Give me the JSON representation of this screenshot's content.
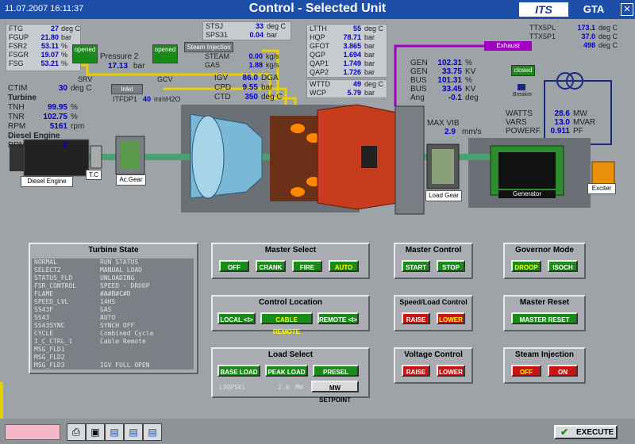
{
  "title_bar": {
    "datetime": "11.07.2007 16:11:37",
    "title": "Control - Selected Unit",
    "brand": "ITS",
    "unit": "GTA",
    "close_glyph": "✕"
  },
  "fuel_panel": {
    "rows": [
      {
        "label": "FTG",
        "value": "27",
        "unit": "deg C"
      },
      {
        "label": "FGUP",
        "value": "21.80",
        "unit": "bar"
      },
      {
        "label": "FSR2",
        "value": "53.11",
        "unit": "%"
      },
      {
        "label": "FSGR",
        "value": "19.07",
        "unit": "%"
      },
      {
        "label": "FSG",
        "value": "53.21",
        "unit": "%"
      }
    ]
  },
  "valves": {
    "srv": {
      "status": "opened",
      "label": "SRV"
    },
    "gcv": {
      "status": "opened",
      "label": "GCV"
    },
    "pressure2_label": "Pressure 2",
    "pressure2_value": "17.13",
    "pressure2_unit": "bar"
  },
  "turbine_info": {
    "ctim_label": "CTIM",
    "ctim_value": "30",
    "ctim_unit": "deg C",
    "turbine_heading": "Turbine",
    "rows": [
      {
        "label": "TNH",
        "value": "99.95",
        "unit": "%"
      },
      {
        "label": "TNR",
        "value": "102.75",
        "unit": "%"
      },
      {
        "label": "RPM",
        "value": "5161",
        "unit": "rpm"
      }
    ],
    "diesel_heading": "Diesel Engine",
    "diesel_rpm_label": "RPM",
    "diesel_rpm_value": "0",
    "diesel_rpm_unit": "rpm"
  },
  "steam_panel": {
    "rows": [
      {
        "label": "STSJ",
        "value": "33",
        "unit": "deg C"
      },
      {
        "label": "SPS31",
        "value": "0.04",
        "unit": "bar"
      }
    ],
    "injection_label": "Steam Injection",
    "rows2": [
      {
        "label": "STEAM",
        "value": "0.00",
        "unit": "kg/s"
      },
      {
        "label": "GAS",
        "value": "1.88",
        "unit": "kg/s"
      }
    ]
  },
  "inlet": {
    "label": "Inlet",
    "itfdp1_label": "ITFDP1",
    "itfdp1_value": "40",
    "itfdp1_unit": "mmH2O"
  },
  "igv_panel": {
    "rows": [
      {
        "label": "IGV",
        "value": "86.0",
        "unit": "DGA"
      },
      {
        "label": "CPD",
        "value": "9.55",
        "unit": "bar"
      },
      {
        "label": "CTD",
        "value": "350",
        "unit": "deg C"
      }
    ]
  },
  "lube_panel": {
    "rows": [
      {
        "label": "LTTH",
        "value": "55",
        "unit": "deg C"
      },
      {
        "label": "HQP",
        "value": "78.71",
        "unit": "bar"
      },
      {
        "label": "GFOT",
        "value": "3.865",
        "unit": "bar"
      },
      {
        "label": "QGP",
        "value": "1.694",
        "unit": "bar"
      },
      {
        "label": "QAP1",
        "value": "1.749",
        "unit": "bar"
      },
      {
        "label": "QAP2",
        "value": "1.726",
        "unit": "bar"
      }
    ]
  },
  "water_panel": {
    "rows": [
      {
        "label": "WTTD",
        "value": "49",
        "unit": "deg C"
      },
      {
        "label": "WCP",
        "value": "5.79",
        "unit": "bar"
      }
    ]
  },
  "exhaust": {
    "label": "Exhaust",
    "rows": [
      {
        "label": "TTX5PL",
        "value": "173.1",
        "unit": "deg C"
      },
      {
        "label": "TTX5P1",
        "value": "37.0",
        "unit": "deg C"
      },
      {
        "label": "",
        "value": "498",
        "unit": "deg C"
      }
    ]
  },
  "generator_panel": {
    "rows": [
      {
        "label": "GEN",
        "value": "102.31",
        "unit": "%"
      },
      {
        "label": "GEN",
        "value": "33.75",
        "unit": "KV"
      },
      {
        "label": "BUS",
        "value": "101.31",
        "unit": "%"
      },
      {
        "label": "BUS",
        "value": "33.45",
        "unit": "KV"
      },
      {
        "label": "Ang",
        "value": "-0.1",
        "unit": "deg"
      }
    ],
    "breaker_status": "closed",
    "breaker_label": "Breaker",
    "maxvib_label": "MAX VIB",
    "maxvib_value": "2.9",
    "maxvib_unit": "mm/s",
    "power_rows": [
      {
        "label": "WATTS",
        "value": "28.6",
        "unit": "MW"
      },
      {
        "label": "VARS",
        "value": "13.0",
        "unit": "MVAR"
      },
      {
        "label": "POWERF.",
        "value": "0.911",
        "unit": "PF"
      }
    ]
  },
  "equipment_labels": {
    "diesel_engine": "Diesel Engine",
    "tc": "T.C",
    "ac_gear": "Ac.Gear",
    "load_gear": "Load Gear",
    "generator": "Generator",
    "exciter": "Exciter"
  },
  "turbine_state": {
    "title": "Turbine State",
    "rows": [
      {
        "label": "NORMAL",
        "value": "RUN STATUS"
      },
      {
        "label": "SELECT2",
        "value": "MANUAL LOAD"
      },
      {
        "label": "STATUS_FLD",
        "value": "UNLOADING"
      },
      {
        "label": "FSR_CONTROL",
        "value": "SPEED - DROOP"
      },
      {
        "label": "FLAME",
        "value": "#A#B#C#D"
      },
      {
        "label": "SPEED_LVL",
        "value": "14HS"
      },
      {
        "label": "SS43F",
        "value": "GAS"
      },
      {
        "label": "SS43",
        "value": "AUTO"
      },
      {
        "label": "SS43SYNC",
        "value": "SYNCH OFF"
      },
      {
        "label": "CYCLE",
        "value": "Combined Cycle"
      },
      {
        "label": "I_C_CTRL_1",
        "value": "Cable Remote"
      },
      {
        "label": "MSG_FLD1",
        "value": ""
      },
      {
        "label": "MSG_FLD2",
        "value": ""
      },
      {
        "label": "MSG_FLD3",
        "value": "IGV FULL OPEN"
      }
    ]
  },
  "master_select": {
    "title": "Master Select",
    "buttons": [
      "OFF",
      "CRANK",
      "FIRE",
      "AUTO"
    ]
  },
  "control_location": {
    "title": "Control Location",
    "buttons": [
      "LOCAL <I>",
      "CABLE REMOTE",
      "REMOTE <I>"
    ]
  },
  "load_select": {
    "title": "Load Select",
    "buttons": [
      "BASE LOAD",
      "PEAK LOAD",
      "PRESEL LOAD"
    ],
    "l90psel_label": "L90PSEL",
    "l90psel_value": "2.0",
    "l90psel_unit": "MW",
    "setpoint_button": "MW SETPOINT"
  },
  "master_control": {
    "title": "Master Control",
    "buttons": [
      "START",
      "STOP"
    ]
  },
  "speed_load": {
    "title": "Speed/Load Control",
    "buttons": [
      "RAISE",
      "LOWER"
    ]
  },
  "voltage_control": {
    "title": "Voltage Control",
    "buttons": [
      "RAISE",
      "LOWER"
    ]
  },
  "governor_mode": {
    "title": "Governor Mode",
    "buttons": [
      "DROOP",
      "ISOCH"
    ]
  },
  "master_reset": {
    "title": "Master Reset",
    "buttons": [
      "MASTER RESET"
    ]
  },
  "steam_injection": {
    "title": "Steam Injection",
    "buttons": [
      "OFF",
      "ON"
    ]
  },
  "bottom_bar": {
    "execute_label": "EXECUTE",
    "tool_icons": [
      "printer-icon",
      "network-icon",
      "monitor-icon",
      "monitor-icon",
      "monitor-icon"
    ]
  },
  "colors": {
    "title_bar": "#1e4fa8",
    "value_blue": "#0000c8",
    "button_green": "#1a8a1a",
    "button_red": "#c81414",
    "active_text": "#ffff00",
    "pipe_yellow": "#e6d000",
    "pipe_purple": "#a000c0",
    "turbine_red": "#c83c1e",
    "compressor_blue": "#7ab8d8",
    "generator_green": "#2e8b2e"
  }
}
